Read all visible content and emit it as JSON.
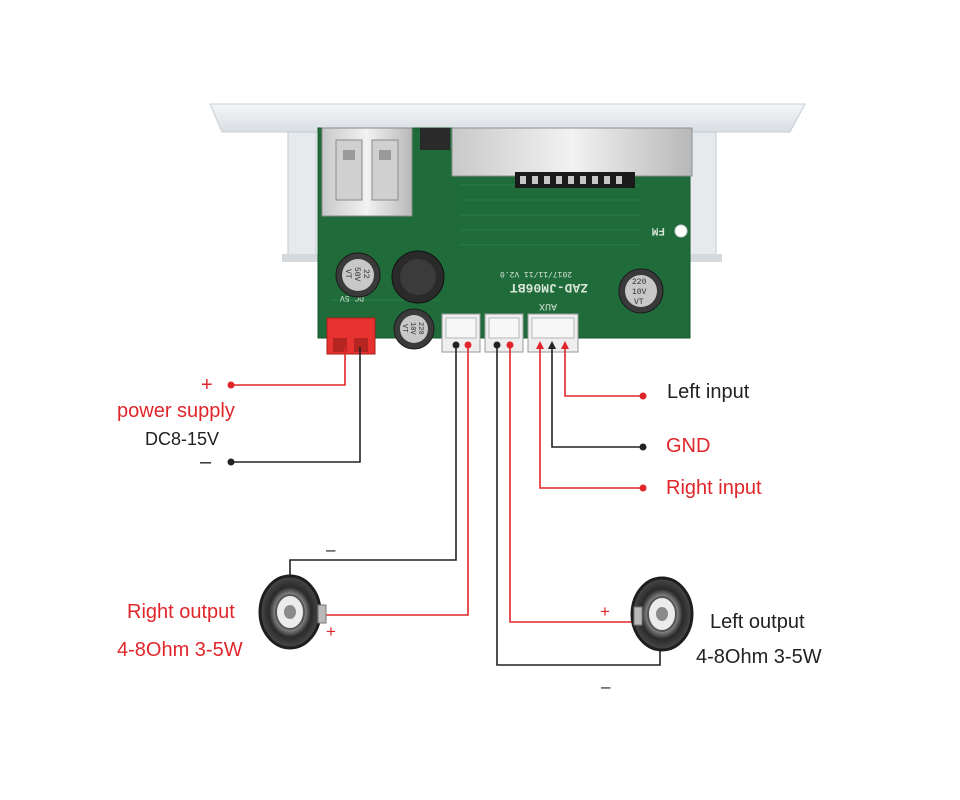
{
  "colors": {
    "red": "#e0262a",
    "black": "#222222",
    "pcb": "#1f6b3a",
    "plate": "#e9edf0",
    "connector": "#eeeeee",
    "power_connector": "#e8322f"
  },
  "board": {
    "model": "ZAD-JM06BT",
    "version": "2017/11/11 V2.0",
    "fm": "FM",
    "aux": "AUX",
    "dc_label": "DC 5V",
    "cap_left": [
      "22",
      "50V",
      "VT"
    ],
    "cap_mid": [
      "220",
      "10V",
      "VT"
    ],
    "cap_right": [
      "220",
      "10V",
      "VT"
    ]
  },
  "labels": {
    "power_plus": "+",
    "power_supply": "power supply",
    "power_voltage": "DC8-15V",
    "power_minus": "–",
    "left_input": "Left input",
    "gnd": "GND",
    "right_input": "Right input",
    "right_out_minus": "–",
    "right_output": "Right output",
    "right_output_spec": "4-8Ohm 3-5W",
    "right_out_plus": "+",
    "left_out_plus": "+",
    "left_output": "Left output",
    "left_output_spec": "4-8Ohm 3-5W",
    "left_out_minus": "–"
  }
}
